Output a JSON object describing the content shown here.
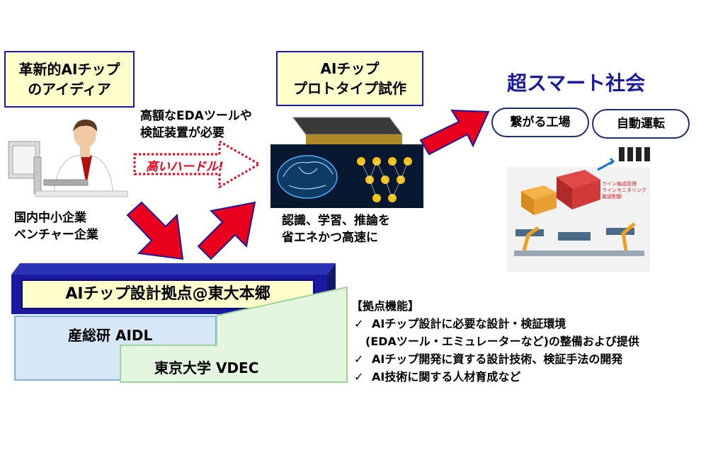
{
  "idea_box": {
    "line1": "革新的AIチップ",
    "line2": "のアイディア"
  },
  "prototype_box": {
    "line1": "AIチップ",
    "line2": "プロトタイプ試作"
  },
  "smart_society": "超スマート社会",
  "pills": [
    "繋がる工場",
    "自動運転"
  ],
  "eda_note": {
    "line1": "高額なEDAツールや",
    "line2": "検証装置が必要"
  },
  "hurdle": "高いハードル!",
  "companies": {
    "line1": "国内中小企業",
    "line2": "ベンチャー企業"
  },
  "recognition": {
    "line1": "認識、学習、推論を",
    "line2": "省エネかつ高速に"
  },
  "factory_labels": [
    "ライン編成管理",
    "ラインモニタリング",
    "搬送制御"
  ],
  "hub": {
    "title": "AIチップ設計拠点@東大本郷",
    "aist": "産総研 AIDL",
    "vdec": "東京大学 VDEC"
  },
  "features": {
    "heading": "【拠点機能】",
    "items": [
      {
        "check": "✓",
        "text": "AIチップ設計に必要な設計・検証環境"
      },
      {
        "check": "",
        "text": "(EDAツール・エミュレーターなど)の整備および提供"
      },
      {
        "check": "✓",
        "text": "AIチップ開発に資する設計技術、検証手法の開発"
      },
      {
        "check": "✓",
        "text": "AI技術に関する人材育成など"
      }
    ]
  },
  "colors": {
    "accent_blue": "#1a1aa0",
    "arrow_red": "#e8001c",
    "title_fill": "#ffffcc",
    "aist_fill": "#d6e8f8",
    "vdec_fill": "#e4f6e0"
  }
}
